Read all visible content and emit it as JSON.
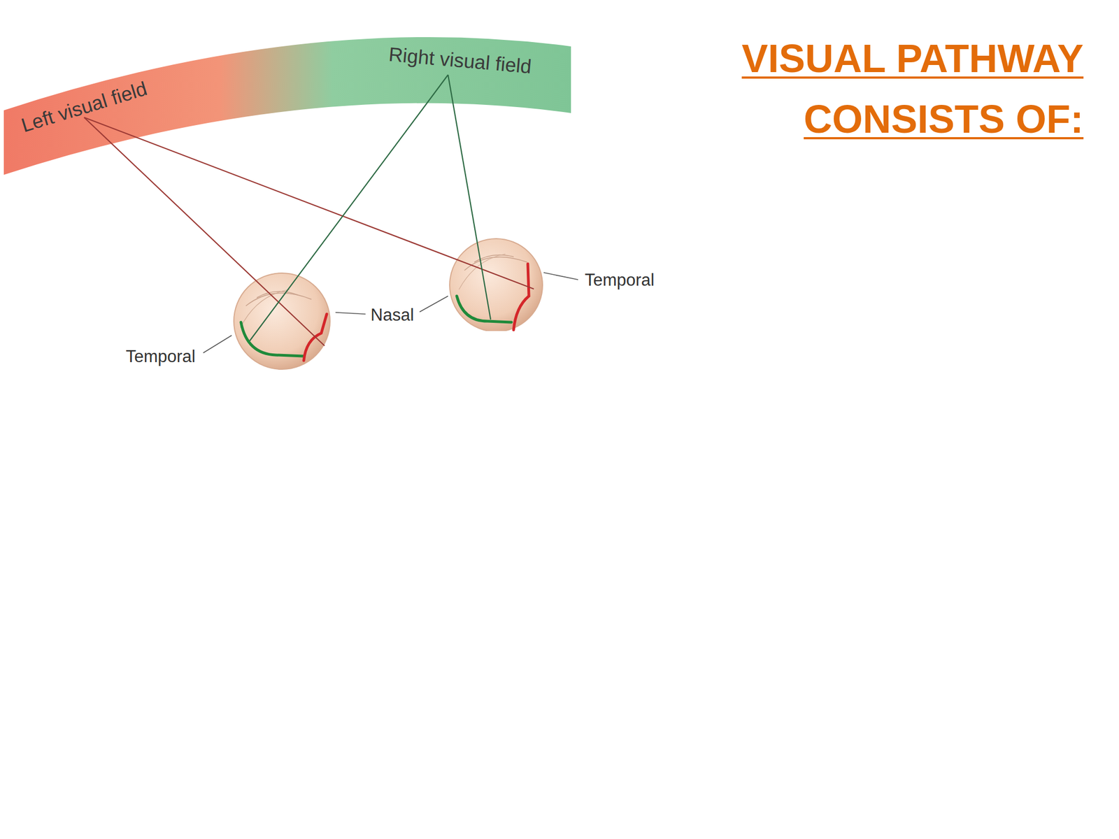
{
  "diagram": {
    "title": "VISUAL PATHWAY CONSISTS OF:",
    "nodes": [
      {
        "text": [
          "Left visual field",
          "Right visual field"
        ]
      }
    ],
    "labels": [
      "Temporal",
      "Nasal",
      "Temporal"
    ]
  }
}
